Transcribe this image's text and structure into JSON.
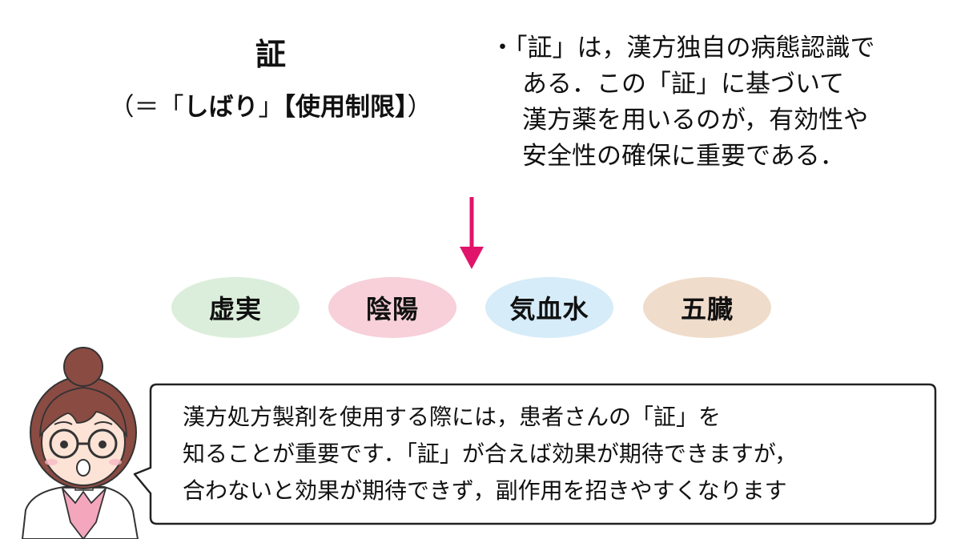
{
  "title": "証",
  "subtitle": {
    "prefix": "（＝「",
    "bold1": "しばり",
    "mid": "」",
    "bold2": "【使用制限】",
    "suffix": "）"
  },
  "bullet": {
    "marker": "・",
    "lines": [
      "「証」は，漢方独自の病態認識で",
      "ある．この「証」に基づいて",
      "漢方薬を用いるのが，有効性や",
      "安全性の確保に重要である．"
    ]
  },
  "categories": [
    {
      "label": "虚実",
      "color": "#dbeedb"
    },
    {
      "label": "陰陽",
      "color": "#f7d0d9"
    },
    {
      "label": "気血水",
      "color": "#d6ecf8"
    },
    {
      "label": "五臓",
      "color": "#f0dccb"
    }
  ],
  "arrow_color": "#e0146a",
  "speech": {
    "lines": [
      "漢方処方製剤を使用する際には，患者さんの「証」を",
      "知ることが重要です．「証」が合えば効果が期待できますが，",
      "合わないと効果が期待できず，副作用を招きやすくなります"
    ]
  }
}
